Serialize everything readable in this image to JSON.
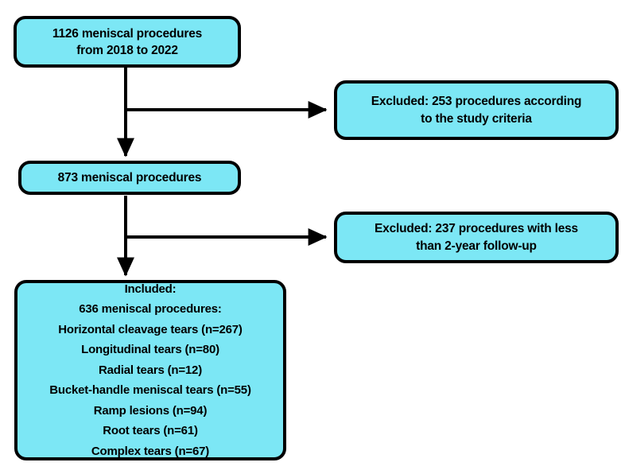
{
  "diagram": {
    "title": "Meniscal procedures study flow diagram",
    "type": "flowchart",
    "fill_color": "#7ce7f5",
    "border_color": "#000000",
    "text_color": "#000000",
    "background_color": "#ffffff"
  },
  "nodes": {
    "total": {
      "name": "total-procedures-box",
      "lines": [
        "1126 meniscal procedures",
        "from 2018 to 2022"
      ]
    },
    "excluded_criteria": {
      "name": "excluded-criteria-box",
      "lines": [
        "Excluded: 253 procedures according",
        "to the study criteria"
      ]
    },
    "eligible": {
      "name": "eligible-procedures-box",
      "lines": [
        "873 meniscal procedures"
      ]
    },
    "excluded_followup": {
      "name": "excluded-followup-box",
      "lines": [
        "Excluded: 237 procedures with less",
        "than 2-year follow-up"
      ]
    },
    "included": {
      "name": "included-procedures-box",
      "lines": [
        "Included:",
        "636 meniscal procedures:",
        "Horizontal cleavage tears (n=267)",
        "Longitudinal tears (n=80)",
        "Radial tears (n=12)",
        "Bucket-handle meniscal tears (n=55)",
        "Ramp lesions (n=94)",
        "Root tears (n=61)",
        "Complex tears (n=67)"
      ]
    }
  },
  "connectors": [
    {
      "name": "arrow-total-to-eligible",
      "direction": "down"
    },
    {
      "name": "arrow-total-to-excluded-criteria",
      "direction": "right"
    },
    {
      "name": "arrow-eligible-to-included",
      "direction": "down"
    },
    {
      "name": "arrow-eligible-to-excluded-followup",
      "direction": "right"
    }
  ],
  "counts": {
    "screened": 1126,
    "excluded_criteria": 253,
    "eligible": 873,
    "excluded_followup": 237,
    "included": 636,
    "breakdown": [
      {
        "label": "Horizontal cleavage tears",
        "n": 267
      },
      {
        "label": "Longitudinal tears",
        "n": 80
      },
      {
        "label": "Radial tears",
        "n": 12
      },
      {
        "label": "Bucket-handle meniscal tears",
        "n": 55
      },
      {
        "label": "Ramp lesions",
        "n": 94
      },
      {
        "label": "Root tears",
        "n": 61
      },
      {
        "label": "Complex tears",
        "n": 67
      }
    ]
  }
}
